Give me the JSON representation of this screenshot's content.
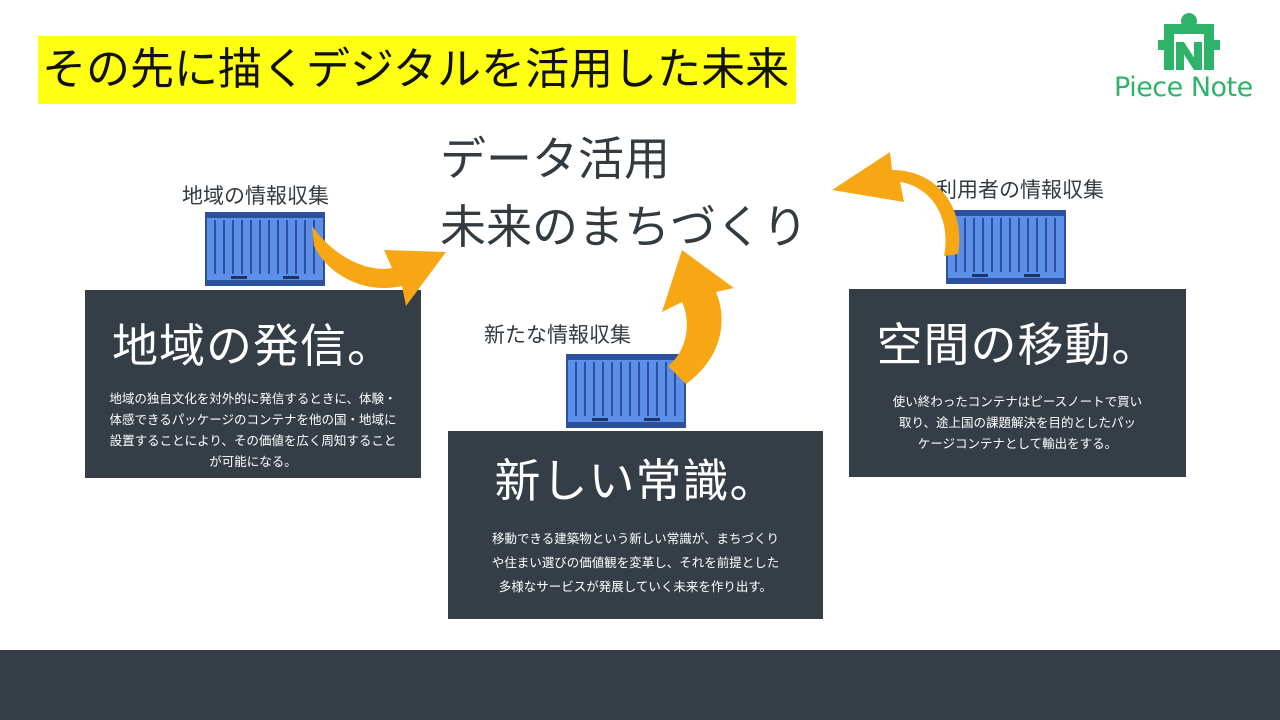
{
  "slide": {
    "title": "その先に描くデジタルを活用した未来"
  },
  "logo": {
    "text": "Piece Note",
    "icon": "puzzle-piece-logo-icon",
    "color": "#2fb36a"
  },
  "center": {
    "line1": "データ活用",
    "line2": "未来のまちづくり"
  },
  "labels": {
    "left": "地域の情報収集",
    "middle": "新たな情報収集",
    "right": "利用者の情報収集"
  },
  "cards": {
    "left": {
      "title": "地域の発信。",
      "body": [
        "地域の独自文化を対外的に発信するときに、体験・",
        "体感できるパッケージのコンテナを他の国・地域に",
        "設置することにより、その価値を広く周知すること",
        "が可能になる。"
      ]
    },
    "middle": {
      "title": "新しい常識。",
      "body": [
        "移動できる建築物という新しい常識が、まちづくり",
        "や住まい選びの価値観を変革し、それを前提とした",
        "多様なサービスが発展していく未来を作り出す。"
      ]
    },
    "right": {
      "title": "空間の移動。",
      "body": [
        "使い終わったコンテナはピースノートで買い",
        "取り、途上国の課題解決を目的としたパッ",
        "ケージコンテナとして輸出をする。"
      ]
    }
  },
  "colors": {
    "title_highlight": "#ffff14",
    "card_bg": "#353e47",
    "arrow": "#f7a614",
    "container_fill": "#5b8fe8",
    "container_stroke": "#2c4f9e"
  },
  "icons": {
    "container": "shipping-container-icon",
    "arrow": "curved-arrow-icon"
  }
}
